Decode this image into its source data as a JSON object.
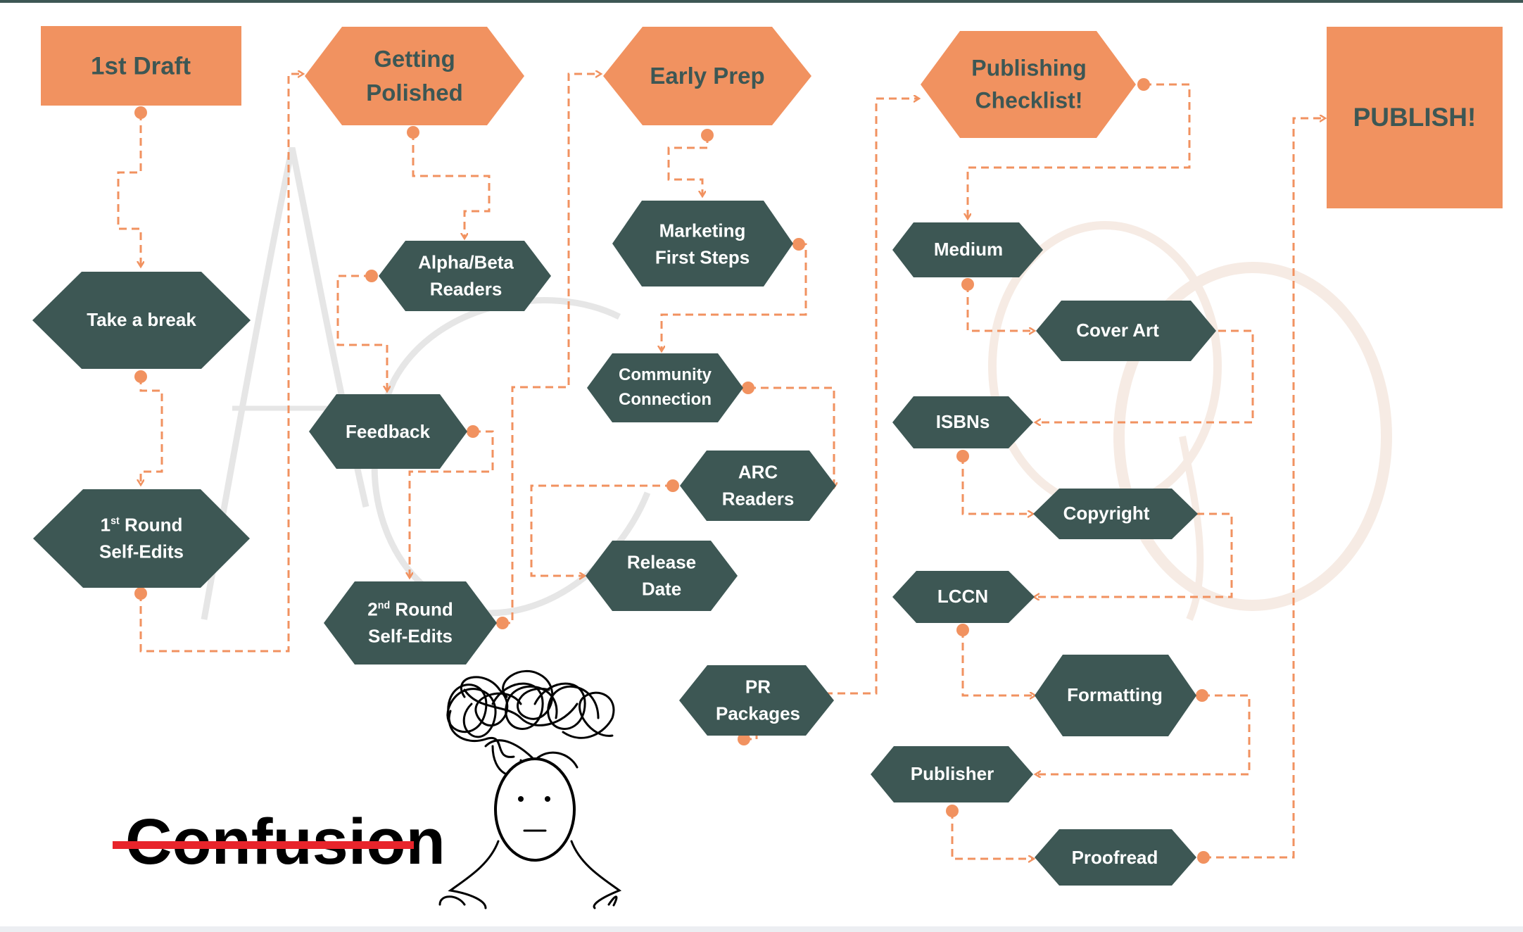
{
  "colors": {
    "orange": "#f19260",
    "dark_teal": "#3d5754",
    "connector": "#f19260",
    "strike": "#e8242b"
  },
  "stages": {
    "first_draft": "1st Draft",
    "getting_polished_1": "Getting",
    "getting_polished_2": "Polished",
    "early_prep": "Early Prep",
    "publishing_checklist_1": "Publishing",
    "publishing_checklist_2": "Checklist!",
    "publish": "PUBLISH!"
  },
  "steps": {
    "take_a_break": "Take a break",
    "first_round_num": "1",
    "first_round_sup": "st",
    "first_round_word": "Round",
    "first_round_line2": "Self-Edits",
    "alpha_beta_1": "Alpha/Beta",
    "alpha_beta_2": "Readers",
    "feedback": "Feedback",
    "second_round_num": "2",
    "second_round_sup": "nd",
    "second_round_word": "Round",
    "second_round_line2": "Self-Edits",
    "marketing_1": "Marketing",
    "marketing_2": "First Steps",
    "community_1": "Community",
    "community_2": "Connection",
    "arc_1": "ARC",
    "arc_2": "Readers",
    "release_1": "Release",
    "release_2": "Date",
    "pr_1": "PR",
    "pr_2": "Packages",
    "medium": "Medium",
    "cover_art": "Cover Art",
    "isbns": "ISBNs",
    "copyright": "Copyright",
    "lccn": "LCCN",
    "formatting": "Formatting",
    "publisher": "Publisher",
    "proofread": "Proofread"
  },
  "illustration": {
    "crossed_out_word": "Confusion",
    "figure_icon": "tangled-thoughts-person-icon",
    "watermark_icon": "ac-monogram-watermark"
  }
}
